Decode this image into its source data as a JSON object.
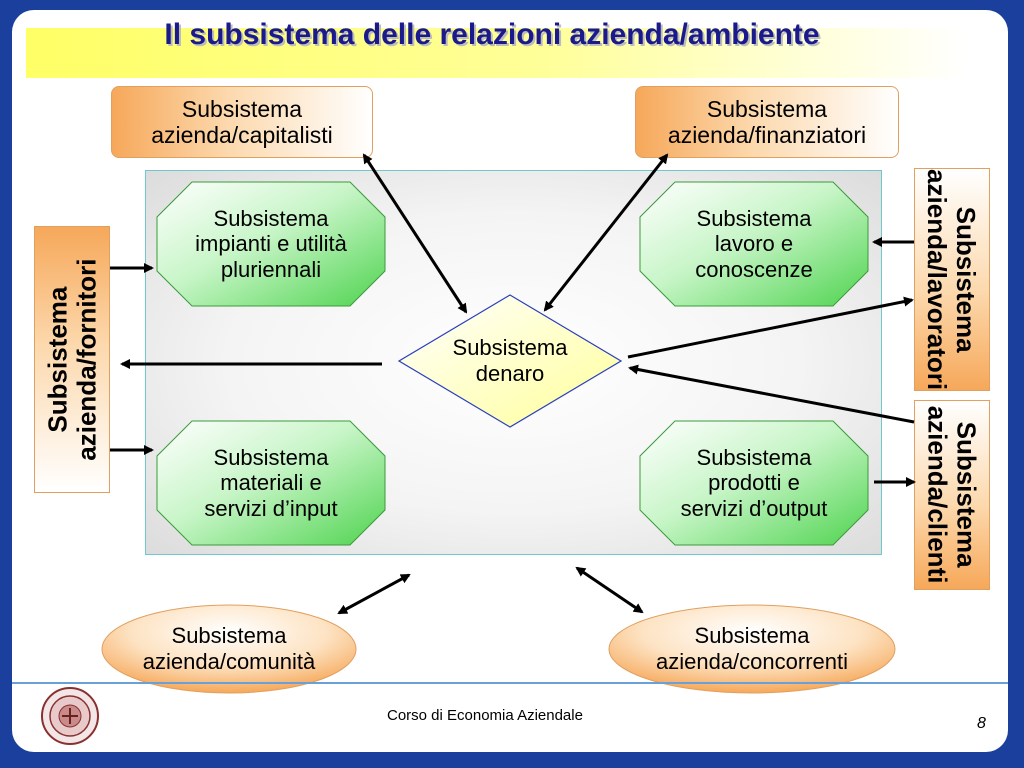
{
  "title": "Il subsistema delle relazioni azienda/ambiente",
  "boxes": {
    "capitalisti": [
      "Subsistema",
      "azienda/capitalisti"
    ],
    "finanziatori": [
      "Subsistema",
      "azienda/finanziatori"
    ],
    "fornitori": [
      "Subsistema",
      "azienda/fornitori"
    ],
    "lavoratori": [
      "Subsistema",
      "azienda/lavoratori"
    ],
    "clienti": [
      "Subsistema",
      "azienda/clienti"
    ],
    "comunita": [
      "Subsistema",
      "azienda/comunità"
    ],
    "concorrenti": [
      "Subsistema",
      "azienda/concorrenti"
    ]
  },
  "inner": {
    "impianti": [
      "Subsistema",
      "impianti e utilità",
      "pluriennali"
    ],
    "lavoro": [
      "Subsistema",
      "lavoro e",
      "conoscenze"
    ],
    "materiali": [
      "Subsistema",
      "materiali e",
      "servizi d’input"
    ],
    "prodotti": [
      "Subsistema",
      "prodotti e",
      "servizi d’output"
    ],
    "denaro": [
      "Subsistema",
      "denaro"
    ]
  },
  "footer": {
    "course": "Corso di Economia Aziendale",
    "page": "8"
  },
  "colors": {
    "title_text": "#1a1a8c",
    "frame": "#1a3f9c",
    "orange": "#f6a85a",
    "green": "#5fdc5f",
    "diamond": "#ffffcc"
  }
}
